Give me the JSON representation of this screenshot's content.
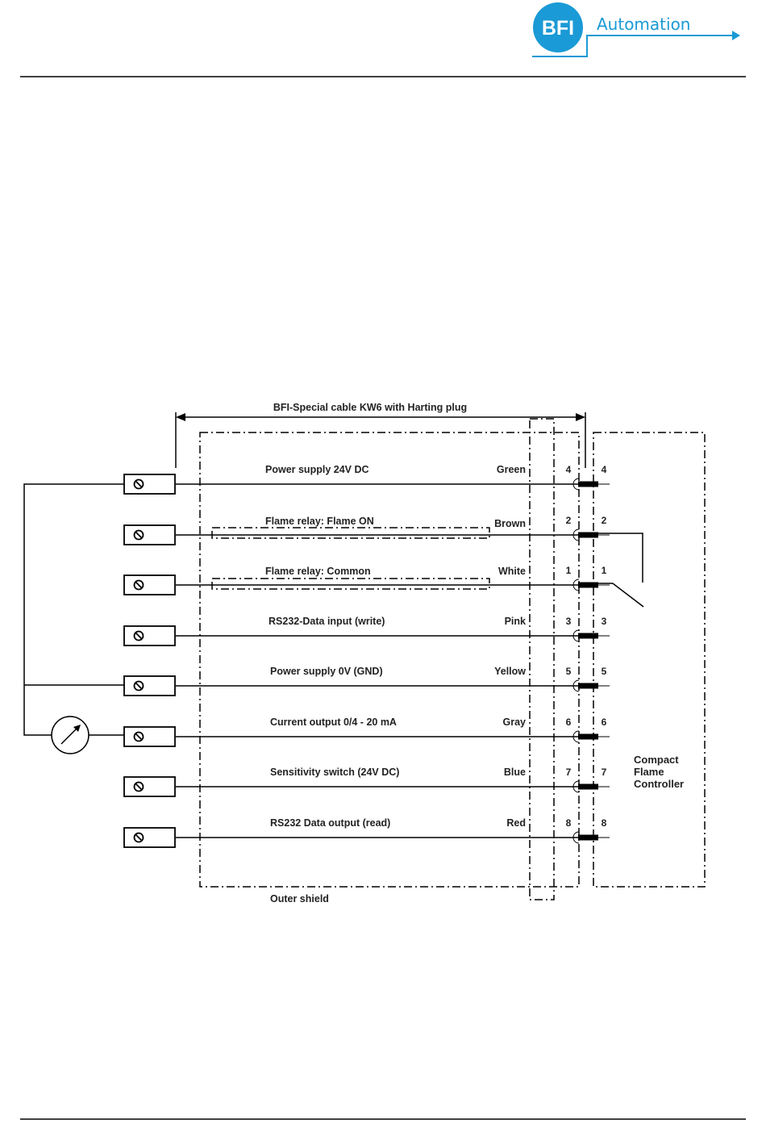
{
  "header": {
    "logo_mark": "BFI",
    "logo_text": "Automation",
    "brand_color": "#1a9ad6"
  },
  "diagram": {
    "cable_label": "BFI-Special cable KW6 with Harting plug",
    "outer_shield_label": "Outer shield",
    "controller_label": [
      "Compact",
      "Flame",
      "Controller"
    ],
    "terminal_icon": "screw-terminal-icon",
    "meter_icon": "ammeter-gauge-icon",
    "wires": [
      {
        "function": "Power supply 24V DC",
        "color": "Green",
        "pin": "4"
      },
      {
        "function": "Flame relay: Flame ON",
        "color": "Brown",
        "pin": "2"
      },
      {
        "function": "Flame relay: Common",
        "color": "White",
        "pin": "1"
      },
      {
        "function": "RS232-Data input (write)",
        "color": "Pink",
        "pin": "3"
      },
      {
        "function": "Power supply 0V (GND)",
        "color": "Yellow",
        "pin": "5"
      },
      {
        "function": "Current output  0/4 - 20 mA",
        "color": "Gray",
        "pin": "6"
      },
      {
        "function": "Sensitivity switch (24V DC)",
        "color": "Blue",
        "pin": "7"
      },
      {
        "function": "RS232 Data output (read)",
        "color": "Red",
        "pin": "8"
      }
    ]
  }
}
